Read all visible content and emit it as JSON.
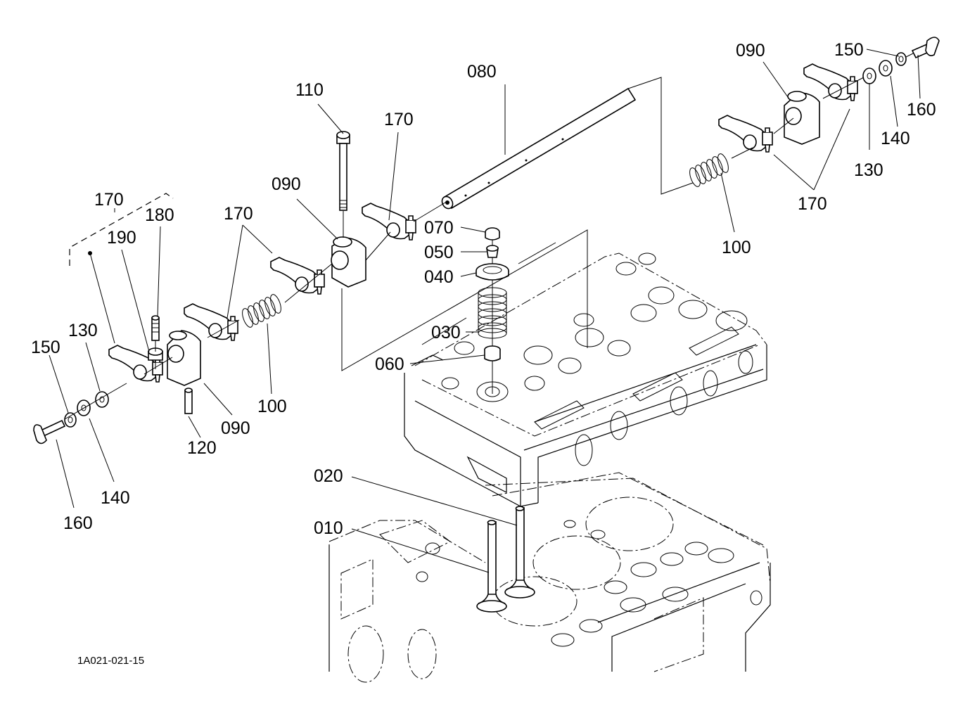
{
  "diagram": {
    "title": "Cylinder head / valve / rocker arm exploded view",
    "drawing_code": "1A021-021-15",
    "callouts": [
      {
        "id": "c080",
        "label": "080",
        "part": "rocker arm shaft"
      },
      {
        "id": "c110",
        "label": "110",
        "part": "bolt"
      },
      {
        "id": "c170a",
        "label": "170",
        "part": "rocker arm assembly"
      },
      {
        "id": "c090a",
        "label": "090",
        "part": "rocker arm bracket"
      },
      {
        "id": "c170b",
        "label": "170",
        "part": "rocker arm assembly"
      },
      {
        "id": "c170c",
        "label": "170",
        "part": "rocker arm assembly (set)"
      },
      {
        "id": "c180",
        "label": "180",
        "part": "adjusting screw"
      },
      {
        "id": "c190",
        "label": "190",
        "part": "lock nut"
      },
      {
        "id": "c130a",
        "label": "130",
        "part": "washer"
      },
      {
        "id": "c150a",
        "label": "150",
        "part": "spring washer"
      },
      {
        "id": "c140a",
        "label": "140",
        "part": "washer"
      },
      {
        "id": "c160a",
        "label": "160",
        "part": "bolt"
      },
      {
        "id": "c120",
        "label": "120",
        "part": "pin"
      },
      {
        "id": "c090b",
        "label": "090",
        "part": "rocker arm bracket"
      },
      {
        "id": "c100a",
        "label": "100",
        "part": "spring"
      },
      {
        "id": "c070",
        "label": "070",
        "part": "valve cap"
      },
      {
        "id": "c050",
        "label": "050",
        "part": "valve collet"
      },
      {
        "id": "c040",
        "label": "040",
        "part": "spring retainer"
      },
      {
        "id": "c030",
        "label": "030",
        "part": "valve spring"
      },
      {
        "id": "c060",
        "label": "060",
        "part": "valve stem seal"
      },
      {
        "id": "c020",
        "label": "020",
        "part": "exhaust valve"
      },
      {
        "id": "c010",
        "label": "010",
        "part": "intake valve"
      },
      {
        "id": "c090c",
        "label": "090",
        "part": "rocker arm bracket"
      },
      {
        "id": "c150b",
        "label": "150",
        "part": "spring washer"
      },
      {
        "id": "c160b",
        "label": "160",
        "part": "bolt"
      },
      {
        "id": "c140b",
        "label": "140",
        "part": "washer"
      },
      {
        "id": "c130b",
        "label": "130",
        "part": "washer"
      },
      {
        "id": "c170d",
        "label": "170",
        "part": "rocker arm assembly"
      },
      {
        "id": "c100b",
        "label": "100",
        "part": "spring"
      }
    ]
  }
}
